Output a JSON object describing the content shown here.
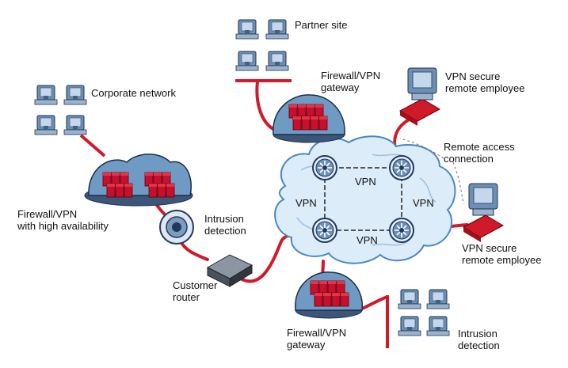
{
  "labels": {
    "partner_site": "Partner site",
    "corporate_network": "Corporate network",
    "fw_top_line1": "Firewall/VPN",
    "fw_top_line2": "gateway",
    "vpn_remote_top_line1": "VPN secure",
    "vpn_remote_top_line2": "remote employee",
    "remote_access_line1": "Remote access",
    "remote_access_line2": "connection",
    "fw_ha_line1": "Firewall/VPN",
    "fw_ha_line2": "with high availability",
    "intrusion_mid_line1": "Intrusion",
    "intrusion_mid_line2": "detection",
    "customer_router_line1": "Customer",
    "customer_router_line2": "router",
    "vpn_remote_right_line1": "VPN secure",
    "vpn_remote_right_line2": "remote employee",
    "fw_bottom_line1": "Firewall/VPN",
    "fw_bottom_line2": "gateway",
    "intrusion_bottom_line1": "Intrusion",
    "intrusion_bottom_line2": "detection"
  },
  "vpn_tunnels": {
    "top": "VPN",
    "left": "VPN",
    "right": "VPN",
    "bottom": "VPN"
  },
  "colors": {
    "link": "#d01a2a",
    "firewall": "#c8102e",
    "cloud": "#dcecf8",
    "cloud_edge": "#4a86c5",
    "node": "#5f7fa6",
    "tunnel": "#555555"
  },
  "icons": [
    "workstation-icon",
    "firewall-icon",
    "cloud-icon",
    "vpn-node-icon",
    "router-icon",
    "intrusion-sensor-icon",
    "laptop-icon"
  ]
}
